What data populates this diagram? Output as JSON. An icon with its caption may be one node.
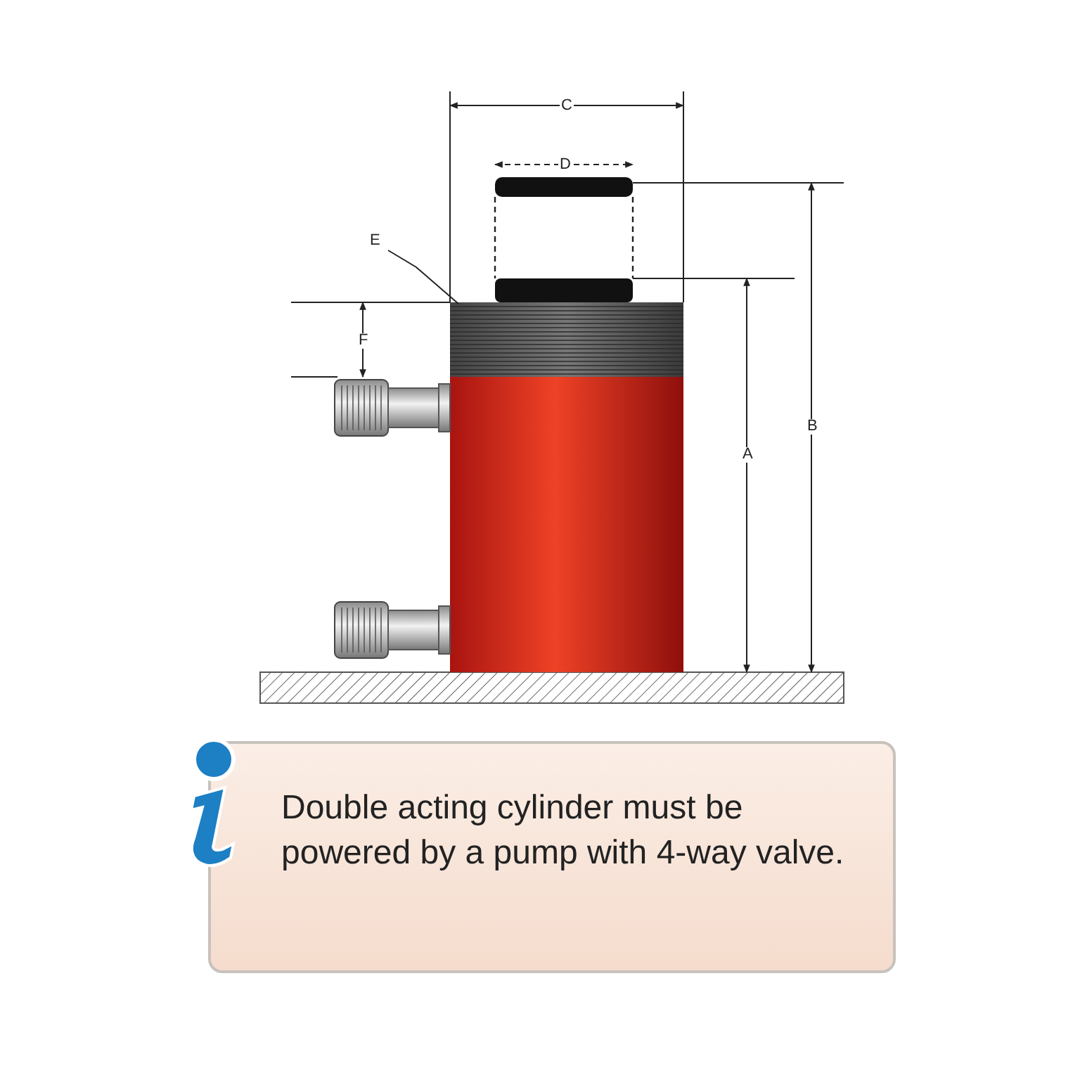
{
  "diagram": {
    "nodes": [
      {
        "text": [
          "E"
        ]
      },
      {
        "text": [],
        "shape": "bar"
      },
      {
        "text": [
          "Double acting cylinder must be powered by a pump with 4-way valve."
        ]
      }
    ],
    "edges": [
      {
        "from": 0,
        "to": 1,
        "arrow": "none"
      }
    ],
    "labels": [
      "C",
      "D",
      "F",
      "B",
      "A"
    ]
  }
}
